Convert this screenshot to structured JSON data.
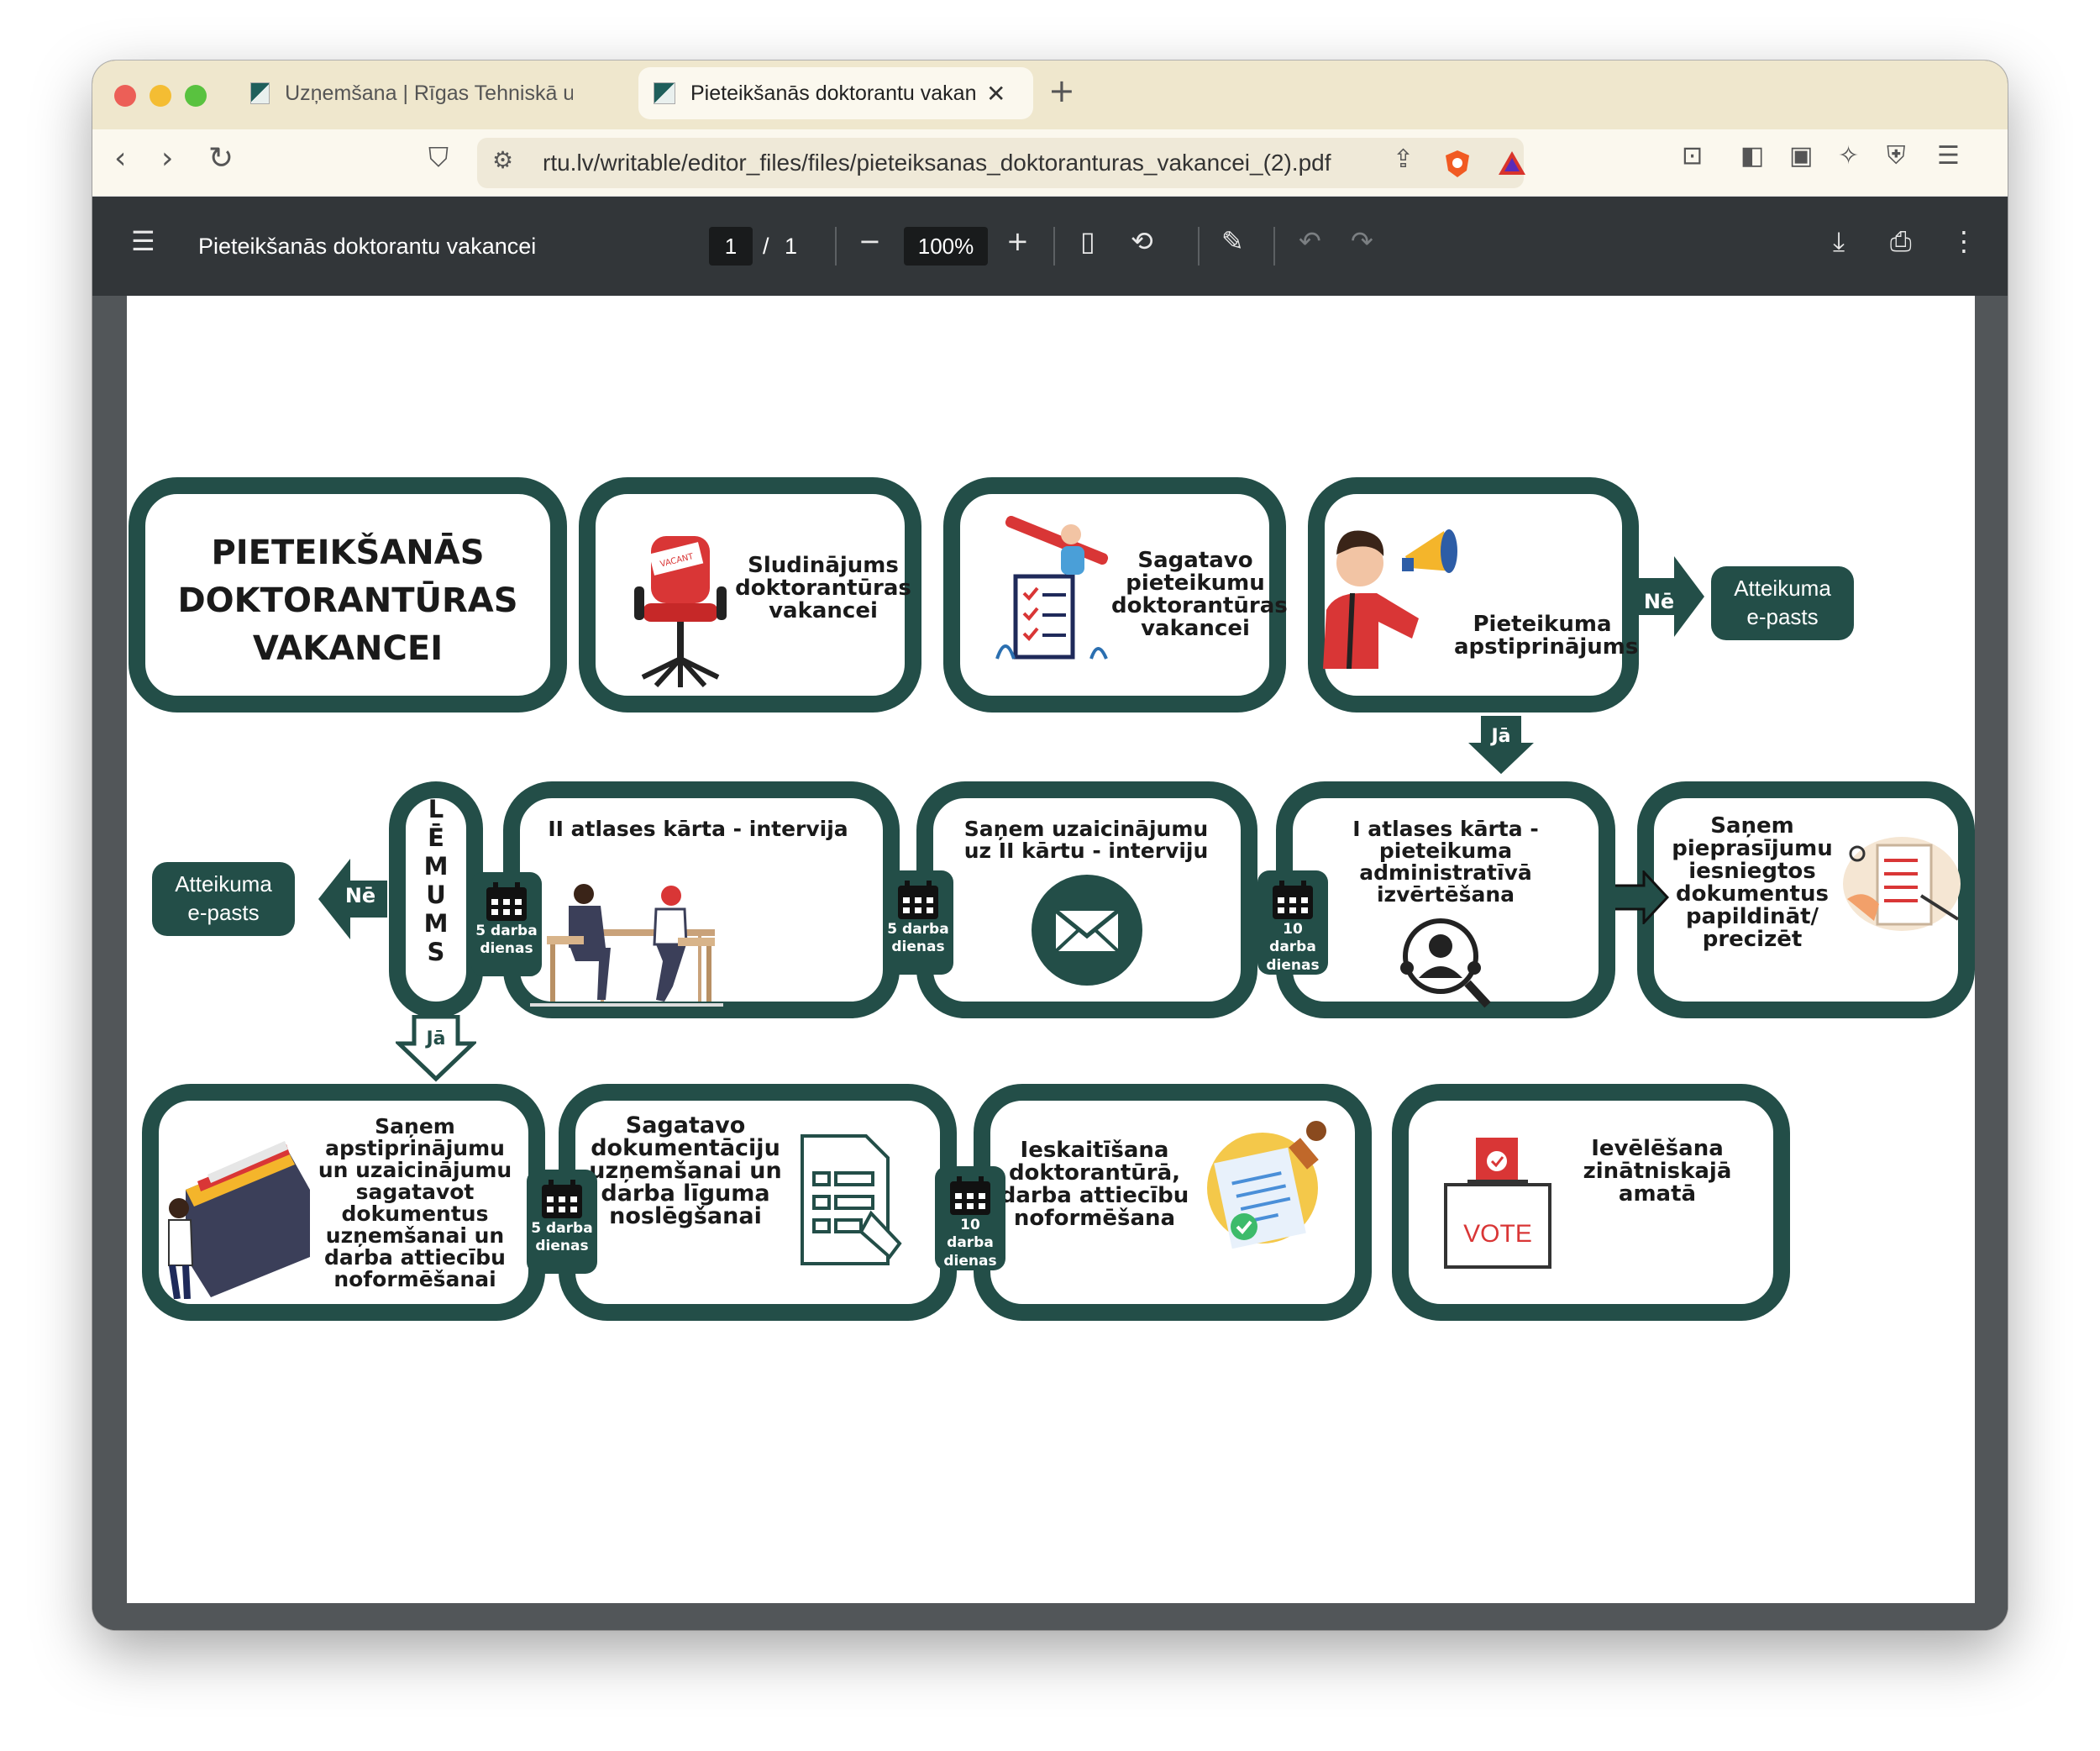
{
  "browser": {
    "tabs": [
      {
        "title": "Uzņemšana | Rīgas Tehniskā univer"
      },
      {
        "title": "Pieteikšanās doktorantu vakan"
      }
    ],
    "url": "rtu.lv/writable/editor_files/files/pieteiksanas_doktoranturas_vakancei_(2).pdf"
  },
  "pdf_toolbar": {
    "title": "Pieteikšanās doktorantu vakancei",
    "current_page": "1",
    "page_separator": "/",
    "total_pages": "1",
    "zoom": "100%"
  },
  "flow": {
    "title_lines": [
      "PIETEIKŠANĀS",
      "DOKTORANTŪRAS",
      "VAKANCEI"
    ],
    "row1": {
      "advert": [
        "Sludinājums",
        "doktorantūras",
        "vakancei"
      ],
      "prepare": [
        "Sagatavo",
        "pieteikumu",
        "doktorantūras",
        "vakancei"
      ],
      "confirm": [
        "Pieteikuma",
        "apstiprinājums"
      ],
      "no_label": "Nē",
      "reject": [
        "Atteikuma",
        "e-pasts"
      ],
      "yes_label": "Jā",
      "vacant_sign": "VACANT"
    },
    "row2": {
      "request": [
        "Saņem",
        "pieprasījumu",
        "iesniegtos",
        "dokumentus",
        "papildināt/",
        "precizēt"
      ],
      "first_round": [
        "I atlases kārta -",
        "pieteikuma",
        "administratīvā",
        "izvērtēšana"
      ],
      "invite": [
        "Saņem uzaicinājumu",
        "uz II kārtu - interviju"
      ],
      "second_round": "II atlases kārta - intervija",
      "decision": [
        "L",
        "Ē",
        "M",
        "U",
        "M",
        "S"
      ],
      "no_label": "Nē",
      "reject": [
        "Atteikuma",
        "e-pasts"
      ],
      "yes_label": "Jā",
      "cal_10": [
        "10 darba",
        "dienas"
      ],
      "cal_5a": [
        "5 darba",
        "dienas"
      ],
      "cal_5b": [
        "5 darba",
        "dienas"
      ]
    },
    "row3": {
      "approval": [
        "Saņem",
        "apstiprinājumu",
        "un uzaicinājumu",
        "sagatavot",
        "dokumentus",
        "uzņemšanai un",
        "darba attiecību",
        "noformēšanai"
      ],
      "docs": [
        "Sagatavo",
        "dokumentāciju",
        "uzņemšanai un",
        "darba līguma",
        "noslēgšanai"
      ],
      "enrol": [
        "Ieskaitīšana",
        "doktorantūrā,",
        "darba attiecību",
        "noformēšana"
      ],
      "elect": [
        "Ievēlēšana",
        "zinātniskajā",
        "amatā"
      ],
      "vote_sign": "VOTE",
      "cal_5": [
        "5 darba",
        "dienas"
      ],
      "cal_10": [
        "10 darba",
        "dienas"
      ]
    }
  },
  "colors": {
    "primary": "#234e48",
    "accent_red": "#d93636",
    "tab_bar": "#efe7cd",
    "pdf_toolbar": "#323639"
  },
  "icons": [
    "close-icon",
    "plus-icon",
    "back-icon",
    "forward-icon",
    "reload-icon",
    "bookmark-icon",
    "site-settings-icon",
    "share-icon",
    "brave-shield-icon",
    "rewards-icon",
    "reader-icon",
    "sidebar-icon",
    "wallet-icon",
    "leo-ai-icon",
    "vpn-icon",
    "menu-icon",
    "calendar-icon",
    "envelope-icon",
    "search-person-icon",
    "download-icon",
    "print-icon",
    "more-icon"
  ]
}
